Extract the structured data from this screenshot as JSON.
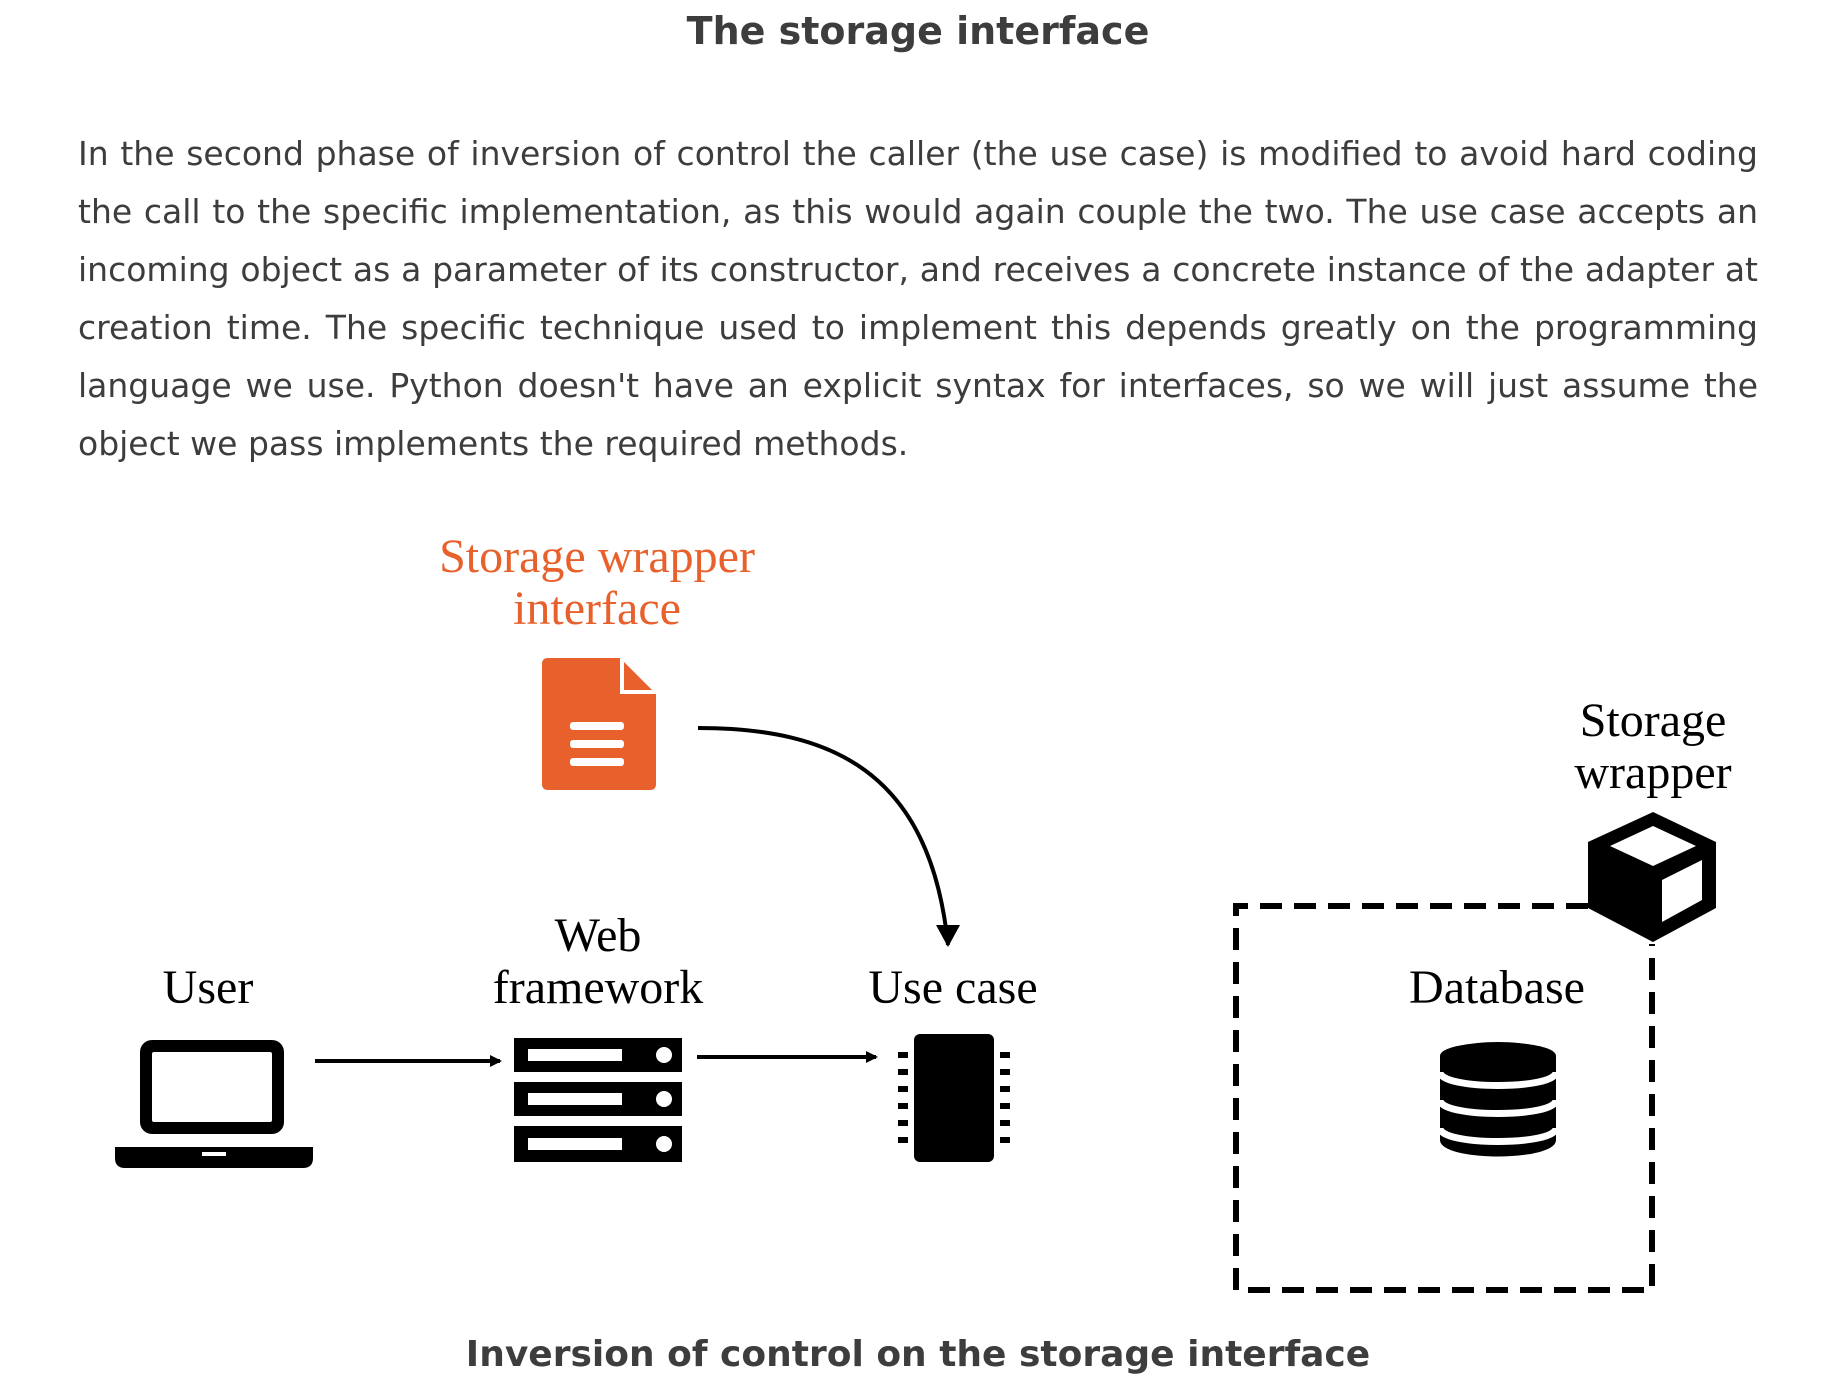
{
  "section": {
    "title": "The storage interface",
    "paragraph": "In the second phase of inversion of control the caller (the use case) is modified to avoid hard coding the call to the specific implementation, as this would again couple the two. The use case accepts an incoming object as a parameter of its constructor, and receives a concrete instance of the adapter at creation time. The specific technique used to implement this depends greatly on the programming language we use. Python doesn't have an explicit syntax for interfaces, so we will just assume the object we pass implements the required methods."
  },
  "diagram": {
    "interface_label": {
      "line1": "Storage wrapper",
      "line2": "interface"
    },
    "nodes": {
      "user": "User",
      "web_framework": {
        "line1": "Web",
        "line2": "framework"
      },
      "use_case": "Use case",
      "database": "Database",
      "storage_wrapper": {
        "line1": "Storage",
        "line2": "wrapper"
      }
    },
    "icons": {
      "interface": "document-icon",
      "user": "laptop-icon",
      "web_framework": "server-icon",
      "use_case": "chip-icon",
      "database": "database-icon",
      "storage_wrapper": "cube-icon"
    },
    "colors": {
      "accent": "#e8612c",
      "ink": "#000000",
      "text": "#3d3d3d"
    }
  },
  "caption": "Inversion of control on the storage interface"
}
